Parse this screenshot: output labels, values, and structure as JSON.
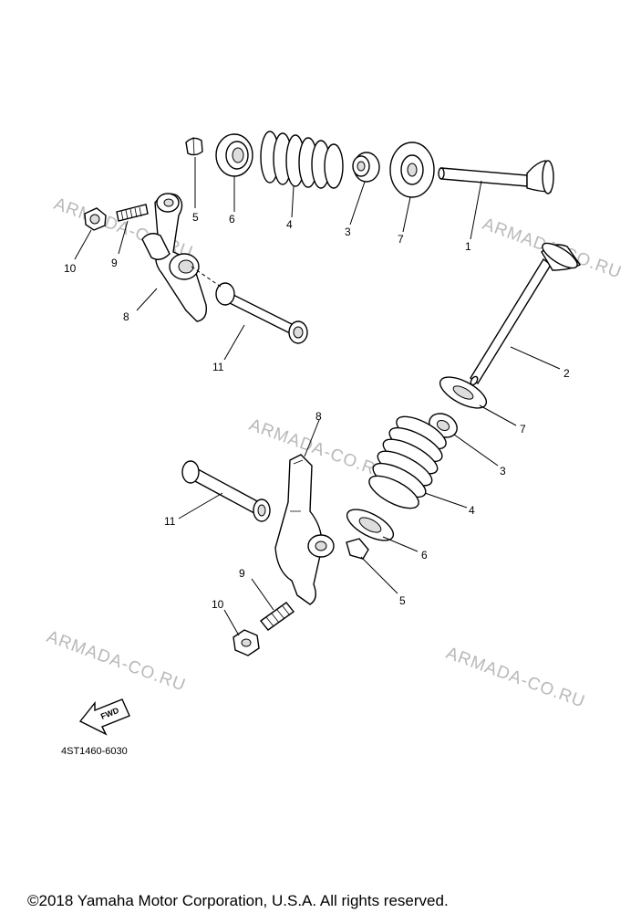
{
  "watermarks": [
    "ARMADA-CO.RU",
    "ARMADA-CO.RU",
    "ARMADA-CO.RU",
    "ARMADA-CO.RU",
    "ARMADA-CO.RU"
  ],
  "callouts_upper": [
    "5",
    "6",
    "4",
    "3",
    "7",
    "1",
    "10",
    "9",
    "8",
    "11"
  ],
  "callouts_lower": [
    "2",
    "7",
    "3",
    "4",
    "6",
    "5",
    "8",
    "11",
    "9",
    "10"
  ],
  "fwd_label": "FWD",
  "diagram_code": "4ST1460-6030",
  "copyright": "©2018 Yamaha Motor Corporation, U.S.A. All rights reserved."
}
